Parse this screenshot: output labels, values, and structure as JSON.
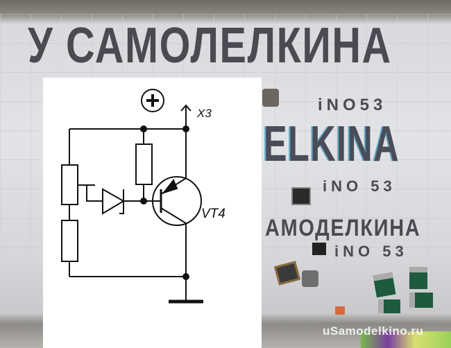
{
  "photo": {
    "handwriting": {
      "line1": "У САМОЛЕЛКИНА",
      "ino1": "iNO53",
      "line2": "ELKINA",
      "ino2": "iNO 53",
      "line3": "АМОДЕЛКИНА",
      "ino3": "iNO 53"
    },
    "watermark": "uSamodelkino.ru"
  },
  "schematic": {
    "supply_symbol": "+",
    "connector_label": "X3",
    "transistor_label": "VT4",
    "line_color": "#111111"
  }
}
